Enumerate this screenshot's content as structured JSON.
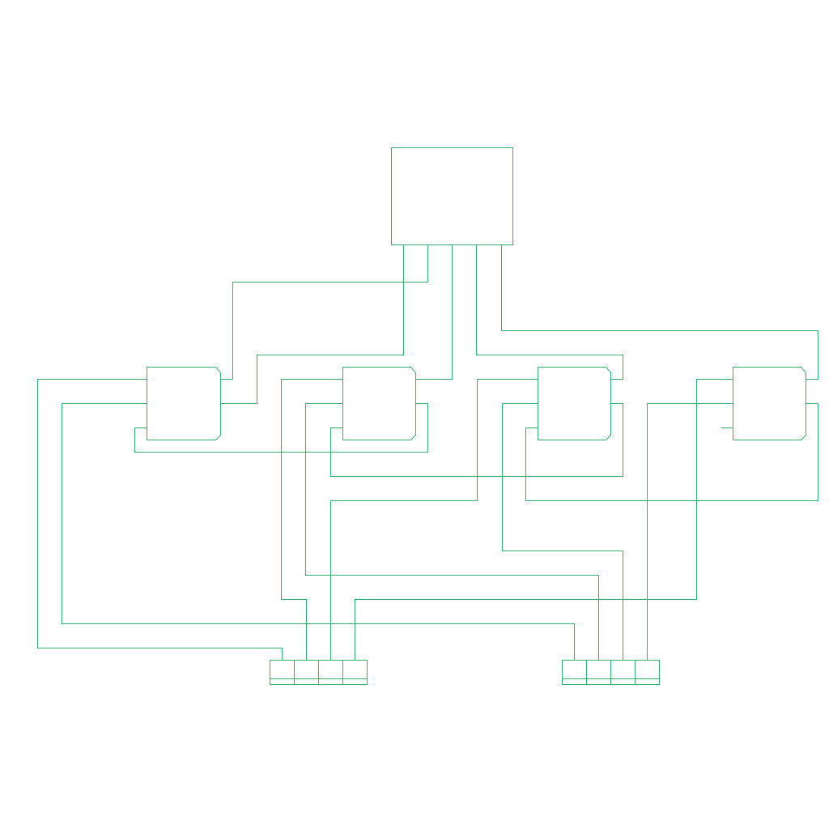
{
  "colors": {
    "stroke": "#2fb36a",
    "background": "#ffffff"
  },
  "diagram": {
    "type": "block-wiring-diagram",
    "nodes": [
      {
        "id": "top-controller",
        "kind": "block",
        "label": ""
      },
      {
        "id": "module-1",
        "kind": "chamfered-block",
        "label": ""
      },
      {
        "id": "module-2",
        "kind": "chamfered-block",
        "label": ""
      },
      {
        "id": "module-3",
        "kind": "chamfered-block",
        "label": ""
      },
      {
        "id": "module-4",
        "kind": "chamfered-block",
        "label": ""
      },
      {
        "id": "connector-left",
        "kind": "terminal-strip",
        "slots": 4,
        "label": ""
      },
      {
        "id": "connector-right",
        "kind": "terminal-strip",
        "slots": 4,
        "label": ""
      }
    ]
  }
}
